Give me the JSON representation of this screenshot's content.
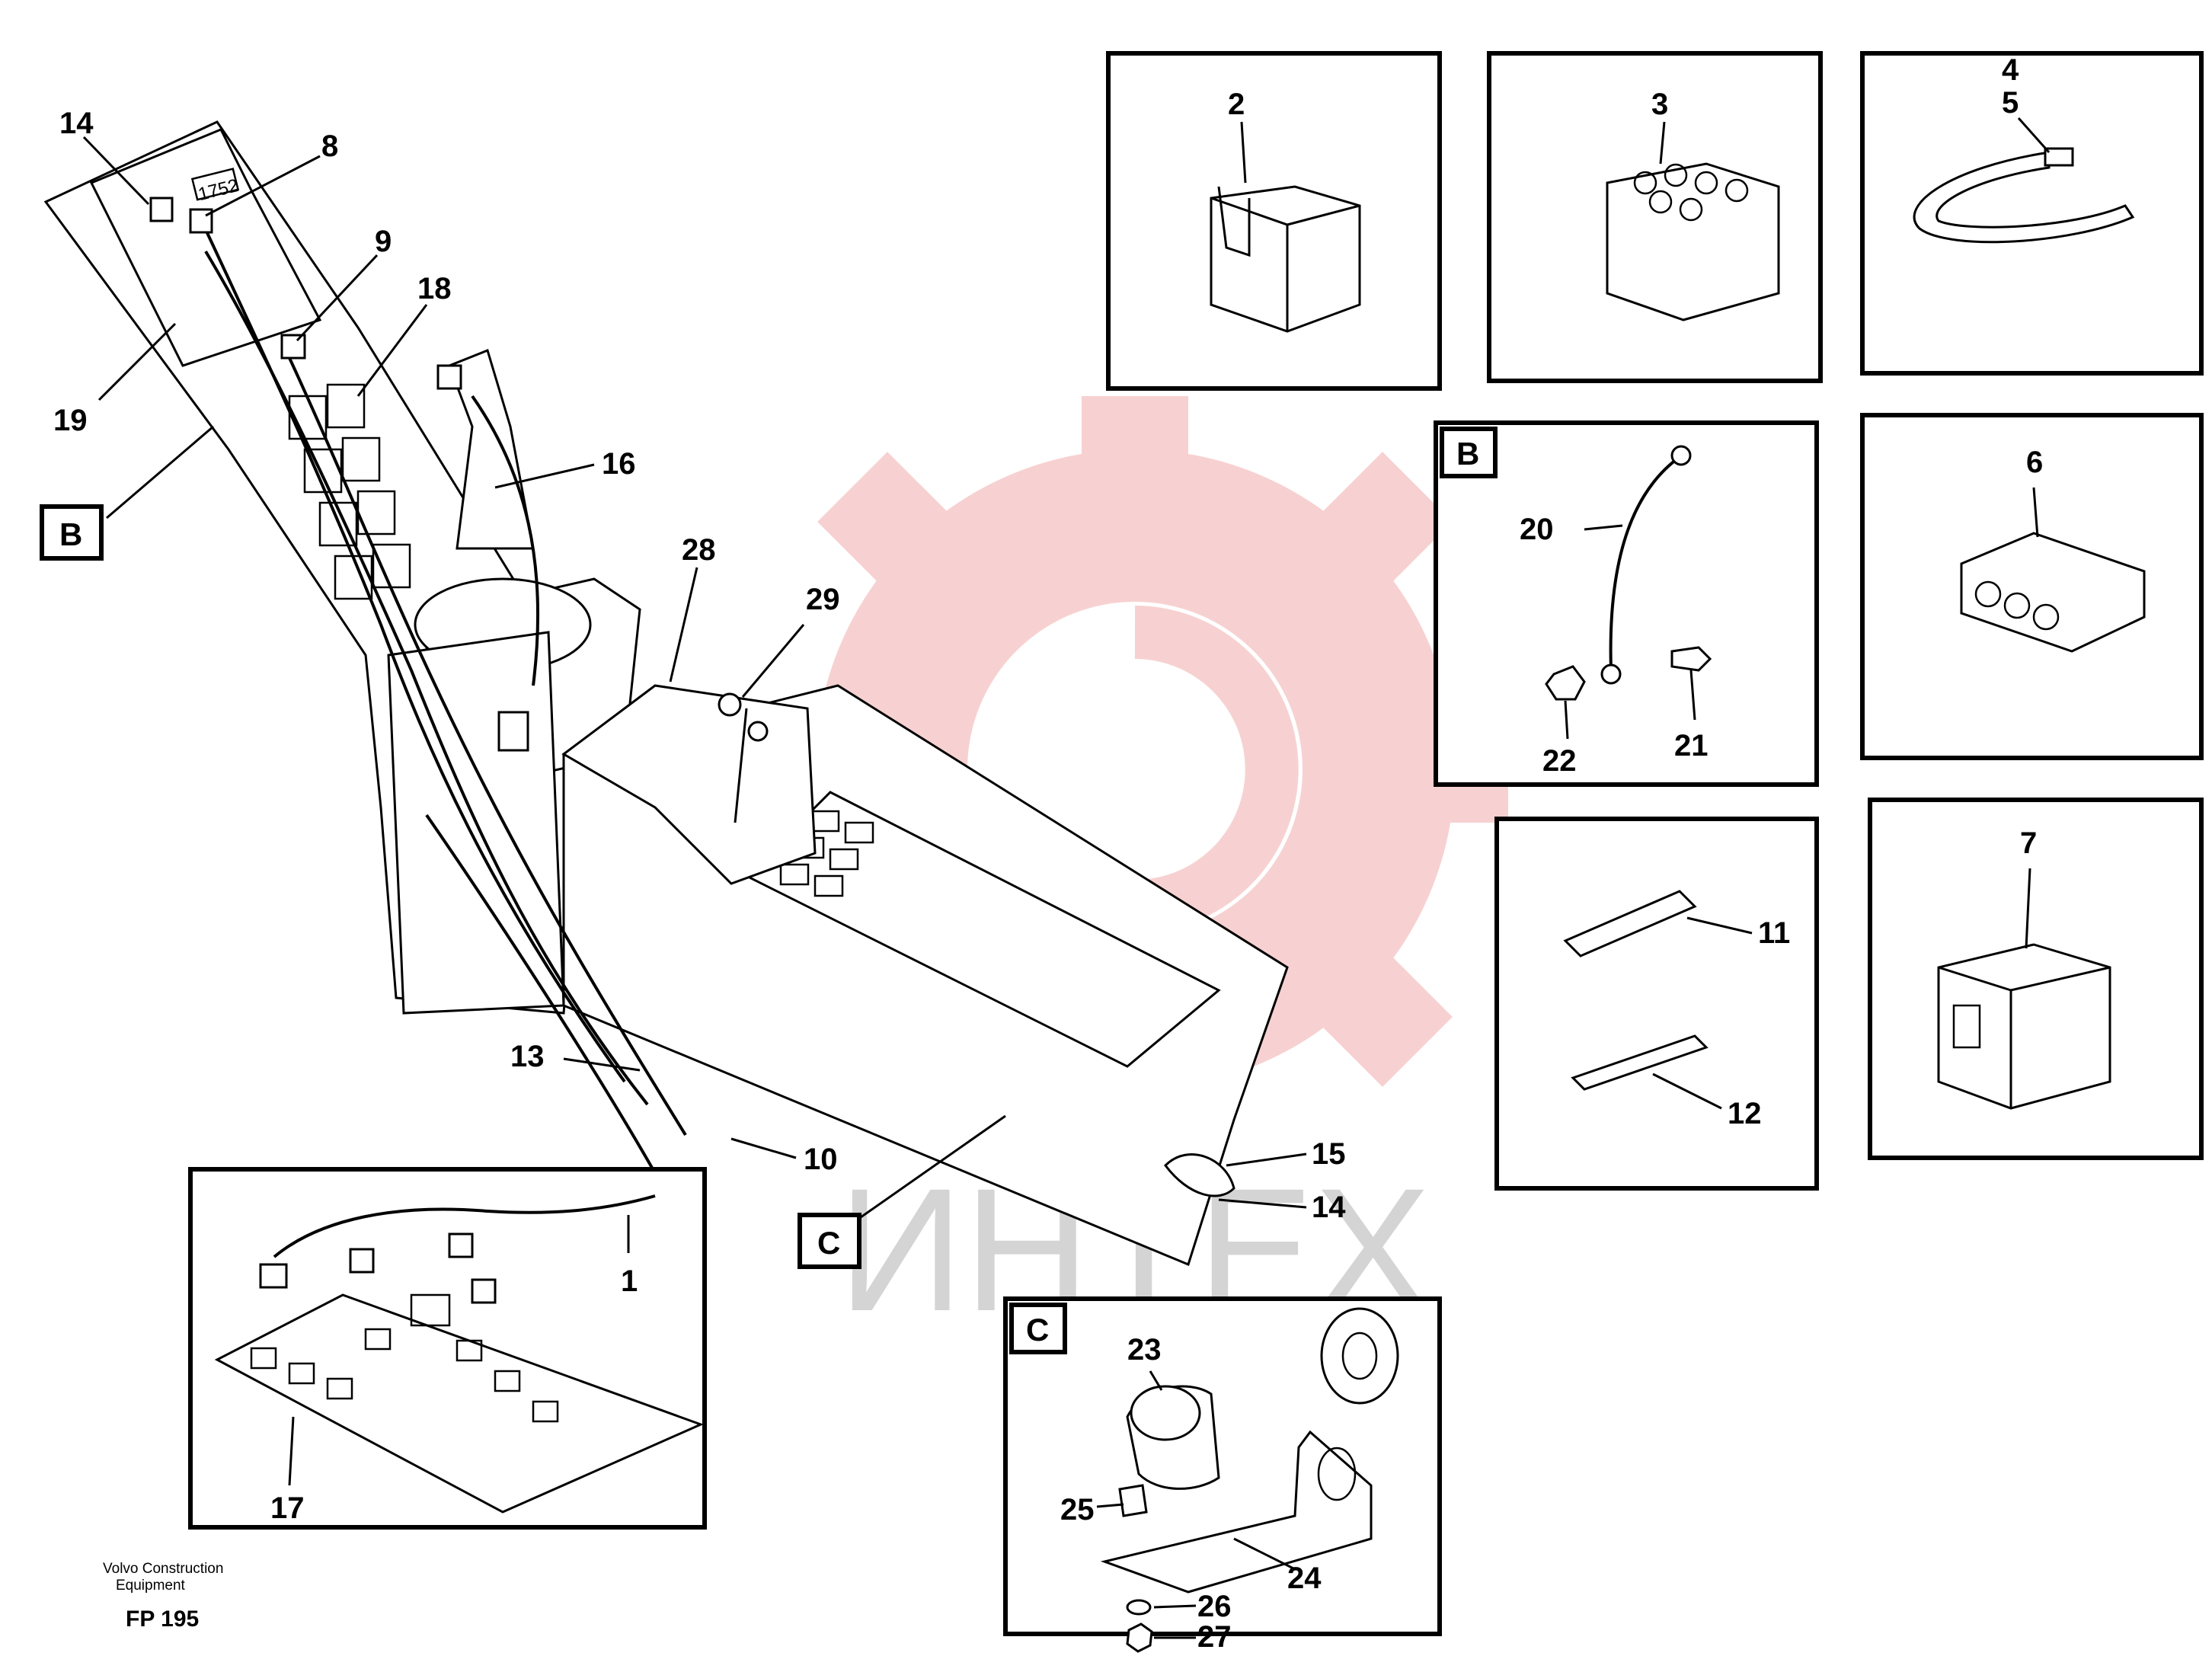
{
  "watermark": {
    "text": "ИНТЕХ",
    "gear_color": "#f6c9c9",
    "text_color": "#d4d4d4"
  },
  "callouts": {
    "c1": "1",
    "c2": "2",
    "c3": "3",
    "c4": "4",
    "c5": "5",
    "c6": "6",
    "c7": "7",
    "c8": "8",
    "c9": "9",
    "c10": "10",
    "c11": "11",
    "c12": "12",
    "c13": "13",
    "c14a": "14",
    "c14b": "14",
    "c15": "15",
    "c16": "16",
    "c17": "17",
    "c18": "18",
    "c19": "19",
    "c20": "20",
    "c21": "21",
    "c22": "22",
    "c23": "23",
    "c24": "24",
    "c25": "25",
    "c26": "26",
    "c27": "27",
    "c28": "28",
    "c29": "29"
  },
  "detail_markers": {
    "b_main": "B",
    "c_main": "C",
    "b_box": "B",
    "c_box": "C"
  },
  "display_readout": "1752",
  "footer": {
    "maker_line1": "Volvo Construction",
    "maker_line2": "Equipment",
    "code": "FP 195"
  }
}
